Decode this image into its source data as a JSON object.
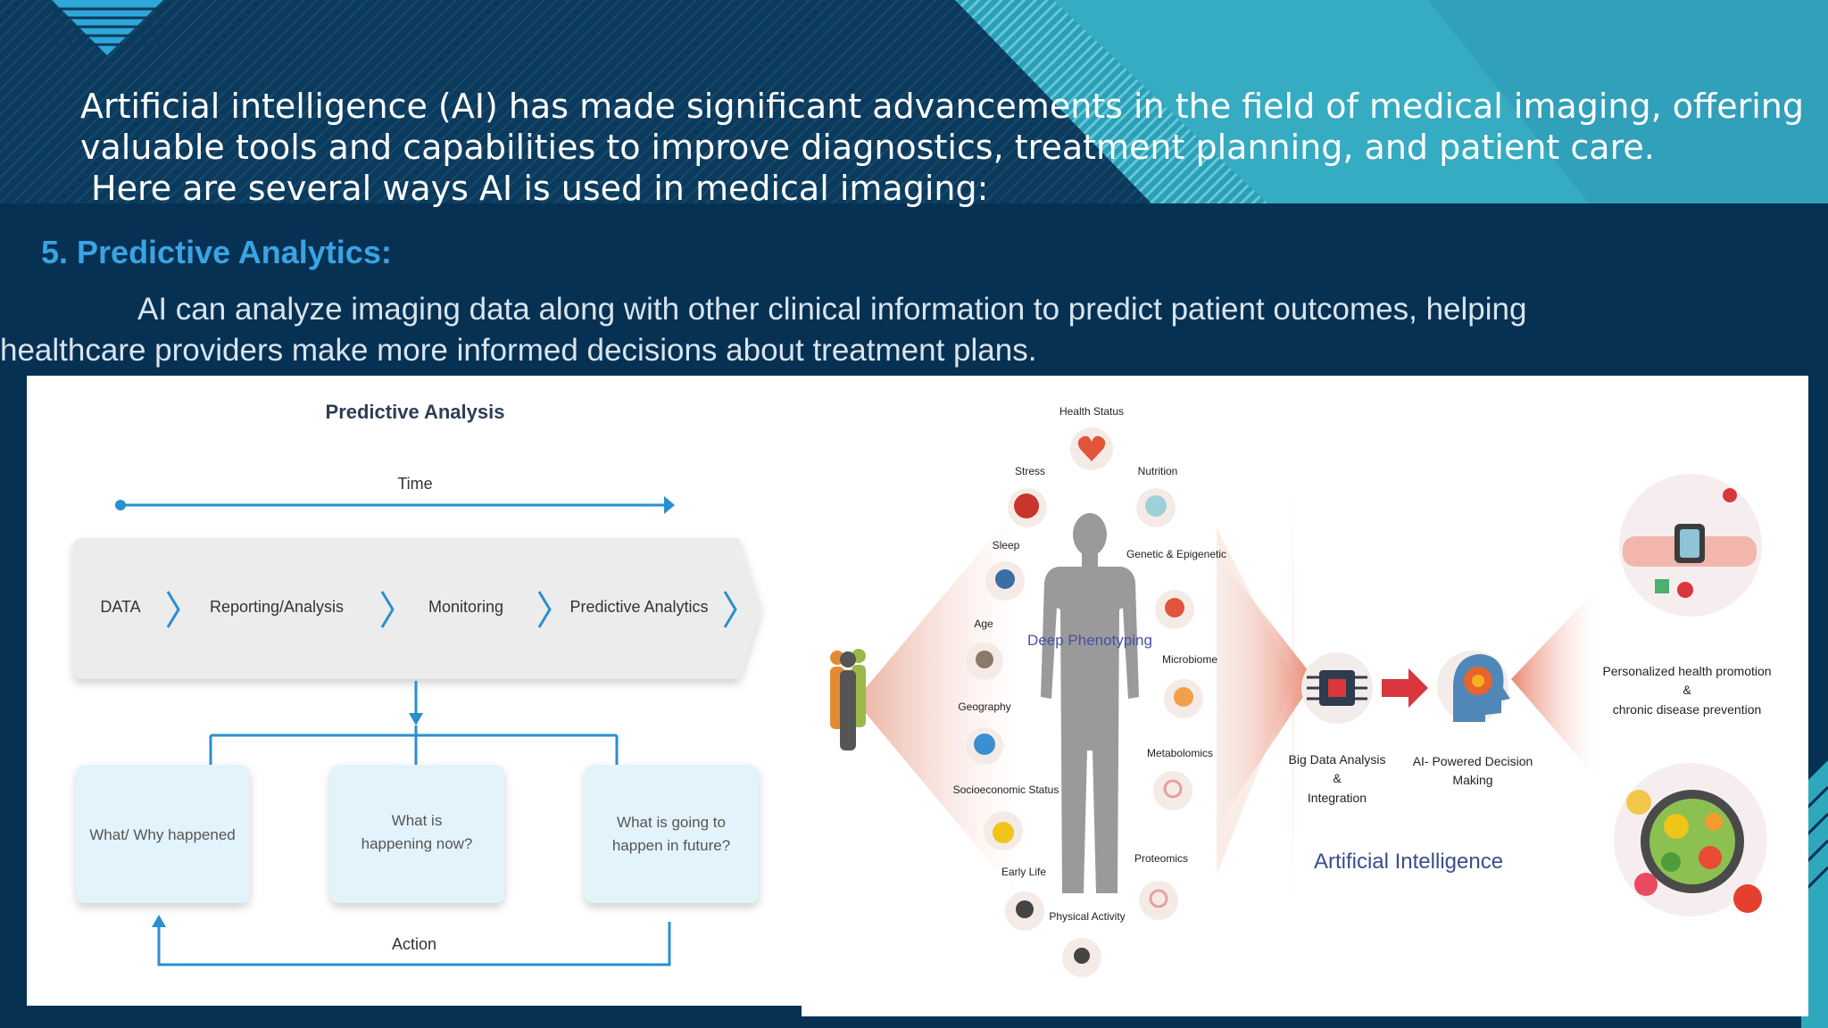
{
  "slide": {
    "intro_line1": "Artificial intelligence (AI) has made significant advancements in the field of medical imaging, offering",
    "intro_line2": "valuable tools and capabilities to improve diagnostics, treatment planning, and patient care.",
    "intro_line3": "Here are several ways AI is used in medical imaging:",
    "heading": "5. Predictive Analytics:",
    "body_line1": "AI can analyze imaging data along with other clinical information to predict patient outcomes, helping",
    "body_line2": "healthcare providers make more informed decisions about treatment plans."
  },
  "predictive_diagram": {
    "title": "Predictive Analysis",
    "time_label": "Time",
    "stages": [
      "DATA",
      "Reporting/Analysis",
      "Monitoring",
      "Predictive Analytics"
    ],
    "boxes": [
      {
        "line1": "What/ Why happened",
        "line2": ""
      },
      {
        "line1": "What is",
        "line2": "happening now?"
      },
      {
        "line1": "What is going to",
        "line2": "happen in future?"
      }
    ],
    "action_label": "Action"
  },
  "phenotyping_diagram": {
    "factors_left": [
      "Stress",
      "Sleep",
      "Age",
      "Geography",
      "Socioeconomic Status",
      "Early Life",
      "Physical Activity"
    ],
    "factors_right": [
      "Nutrition",
      "Genetic & Epigenetic",
      "Microbiome",
      "Metabolomics",
      "Proteomics"
    ],
    "factor_top": "Health Status",
    "center_label": "Deep Phenotyping",
    "big_data_lines": [
      "Big Data Analysis",
      "&",
      "Integration"
    ],
    "decision_lines": [
      "AI- Powered Decision",
      "Making"
    ],
    "ai_label": "Artificial Intelligence",
    "outcome_lines": [
      "Personalized health promotion",
      "&",
      "chronic disease prevention"
    ]
  },
  "colors": {
    "background": "#063152",
    "teal_band": "#2fa7bd",
    "heading": "#3aa3e3",
    "diagram_blue": "#2a8fd0",
    "ai_red": "#d9363e"
  }
}
